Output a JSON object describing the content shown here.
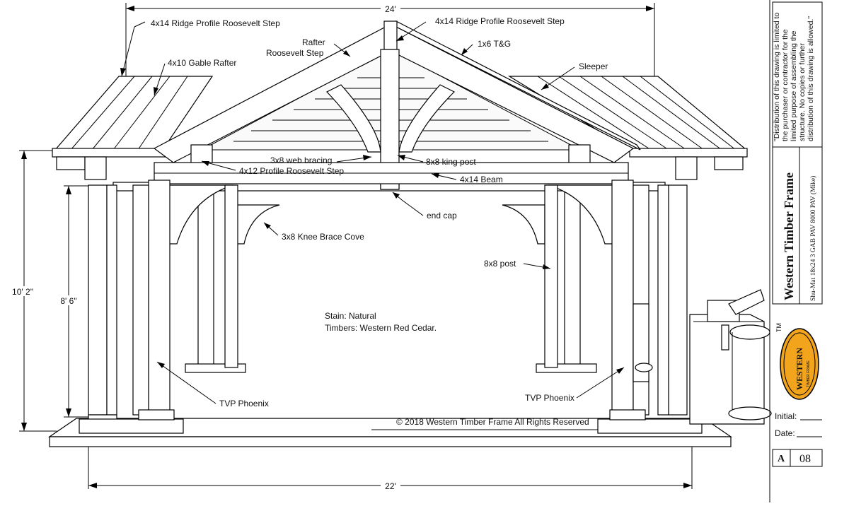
{
  "dimensions": {
    "overall_width": "24'",
    "floor_width": "22'",
    "overall_height": "10' 2\"",
    "post_height": "8' 6\""
  },
  "callouts": {
    "ridge_left": "4x14 Ridge Profile Roosevelt Step",
    "ridge_right": "4x14 Ridge Profile Roosevelt Step",
    "rafter_line1": "Rafter",
    "rafter_line2": "Roosevelt Step",
    "tng": "1x6 T&G",
    "gable_rafter": "4x10 Gable Rafter",
    "sleeper": "Sleeper",
    "web_bracing": "3x8 web bracing",
    "king_post": "8x8 king post",
    "profile_step": "4x12 Profile Roosevelt Step",
    "beam": "4x14 Beam",
    "end_cap": "end cap",
    "knee_brace": "3x8 Knee Brace Cove",
    "post": "8x8 post",
    "tvp_left": "TVP Phoenix",
    "tvp_right": "TVP Phoenix"
  },
  "notes": {
    "stain": "Stain: Natural",
    "timbers": "Timbers: Western Red Cedar.",
    "copyright": "© 2018 Western Timber Frame All Rights Reserved"
  },
  "title_block": {
    "disclaimer_1": "\"Distribution of this drawing is limited to",
    "disclaimer_2": "the purchaser or contractor for the",
    "disclaimer_3": "limited purpose of assembling the",
    "disclaimer_4": "structure. No copies or further",
    "disclaimer_5": "distribution of this drawing is allowed.\"",
    "company": "Western Timber Frame",
    "drawing_id": "Shu-Mat 18x24 3 GAB PAV 8000 PAV (Mike)",
    "tm": "TM",
    "logo_text": "WESTERN",
    "logo_sub": "TIMBER FRAME",
    "initial_label": "Initial:",
    "date_label": "Date:",
    "sheet_letter": "A",
    "sheet_number": "08"
  },
  "colors": {
    "logo_fill": "#f2a51c",
    "logo_text": "#1a1a1a",
    "line": "#000000"
  }
}
